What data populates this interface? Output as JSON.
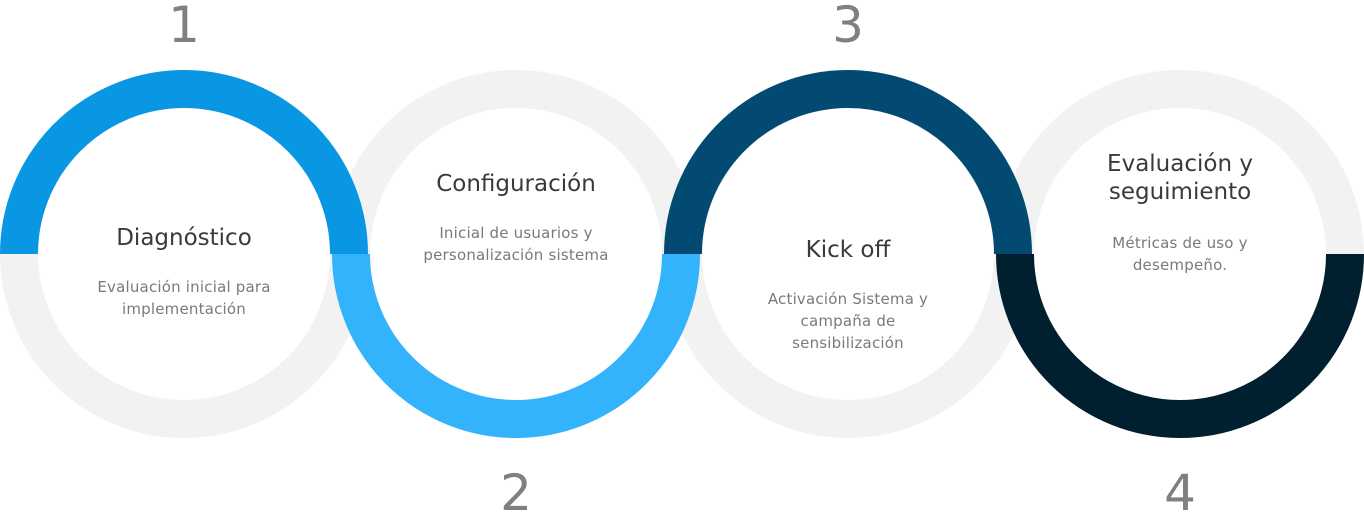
{
  "steps": [
    {
      "number": "1",
      "title": "Diagnóstico",
      "description": "Evaluación inicial para implementación",
      "color": "#0996e3",
      "arc": "top"
    },
    {
      "number": "2",
      "title": "Configuración",
      "description": "Inicial de usuarios y personalización sistema",
      "color": "#33b3fb",
      "arc": "bottom"
    },
    {
      "number": "3",
      "title": "Kick off",
      "description": "Activación Sistema y campaña de sensibilización",
      "color": "#034a72",
      "arc": "top"
    },
    {
      "number": "4",
      "title": "Evaluación y seguimiento",
      "description": "Métricas de uso y desempeño.",
      "color": "#00202f",
      "arc": "bottom"
    }
  ],
  "ring_color": "#f2f2f2"
}
